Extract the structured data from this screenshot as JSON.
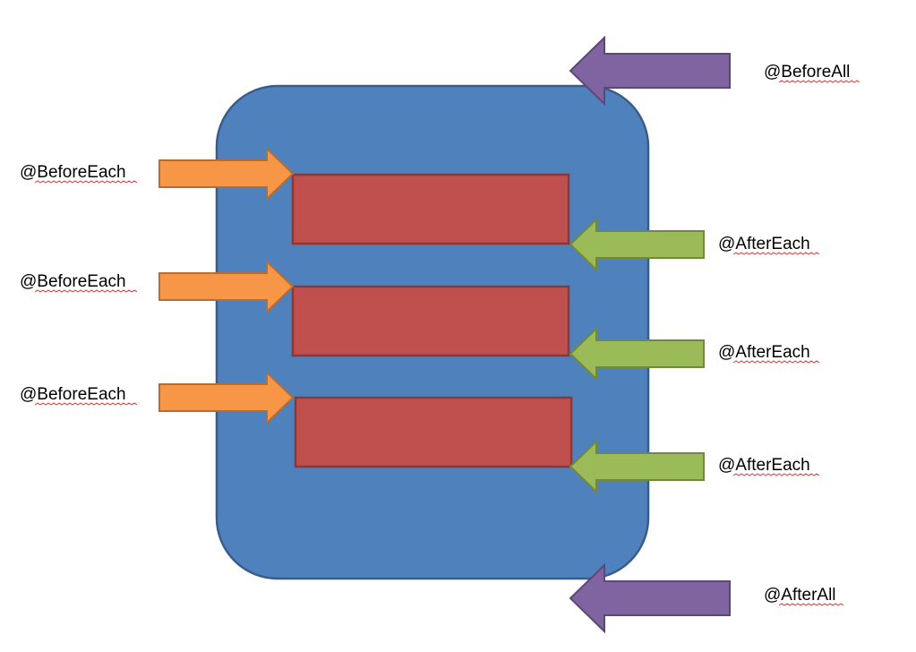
{
  "colors": {
    "background": "#ffffff",
    "container_fill": "#4f81bd",
    "container_stroke": "#385d8a",
    "test_fill": "#c0504d",
    "test_stroke": "#8c3836",
    "before_each_fill": "#f79646",
    "before_each_stroke": "#b66d31",
    "after_each_fill": "#9bbb59",
    "after_each_stroke": "#71893f",
    "all_fill": "#8064a2",
    "all_stroke": "#5c4776",
    "text": "#000000",
    "spellcheck_underline": "#d83a3a"
  },
  "labels": {
    "before_all": "@BeforeAll",
    "after_all": "@AfterAll",
    "before_each": [
      "@BeforeEach",
      "@BeforeEach",
      "@BeforeEach"
    ],
    "after_each": [
      "@AfterEach",
      "@AfterEach",
      "@AfterEach"
    ]
  },
  "icons": {
    "before_each_arrow": "arrow-right-icon",
    "after_each_arrow": "arrow-left-icon",
    "all_arrow": "arrow-left-icon"
  }
}
